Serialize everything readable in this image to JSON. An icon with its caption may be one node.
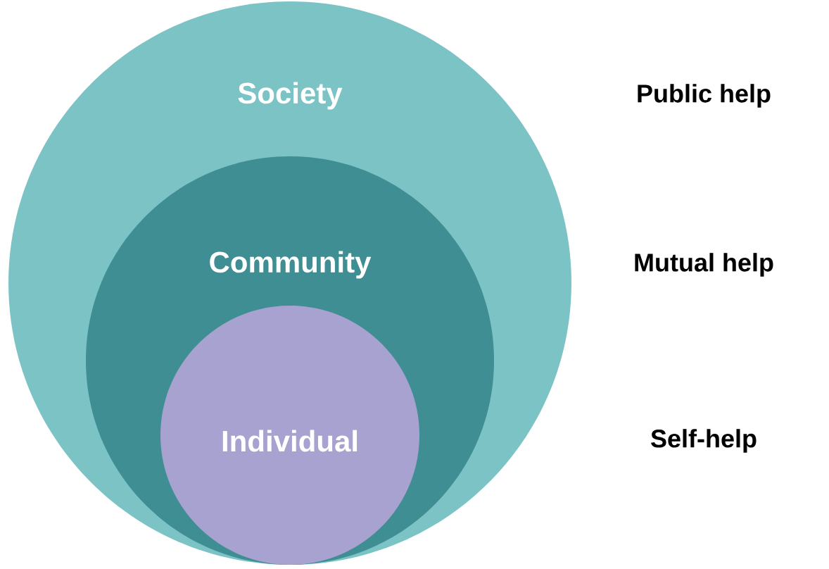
{
  "diagram": {
    "nodes": [
      {
        "text": [
          "Society"
        ]
      },
      {
        "text": [
          "Community"
        ],
        "in": 0
      },
      {
        "text": [
          "Individual"
        ],
        "in": 1
      }
    ],
    "labels": [
      "Public help",
      "Mutual help",
      "Self-help"
    ]
  }
}
